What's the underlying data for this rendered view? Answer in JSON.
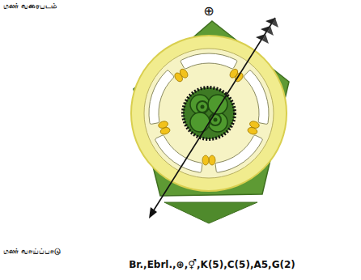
{
  "diagram": {
    "title": "மலர் வரைபடம்",
    "labels": [
      "⊕",
      "மலர் வாய்ப்பாடு",
      "Br.,Ebrl.,⊕,⚥,K(5),C(5),A5,G(2)"
    ]
  }
}
